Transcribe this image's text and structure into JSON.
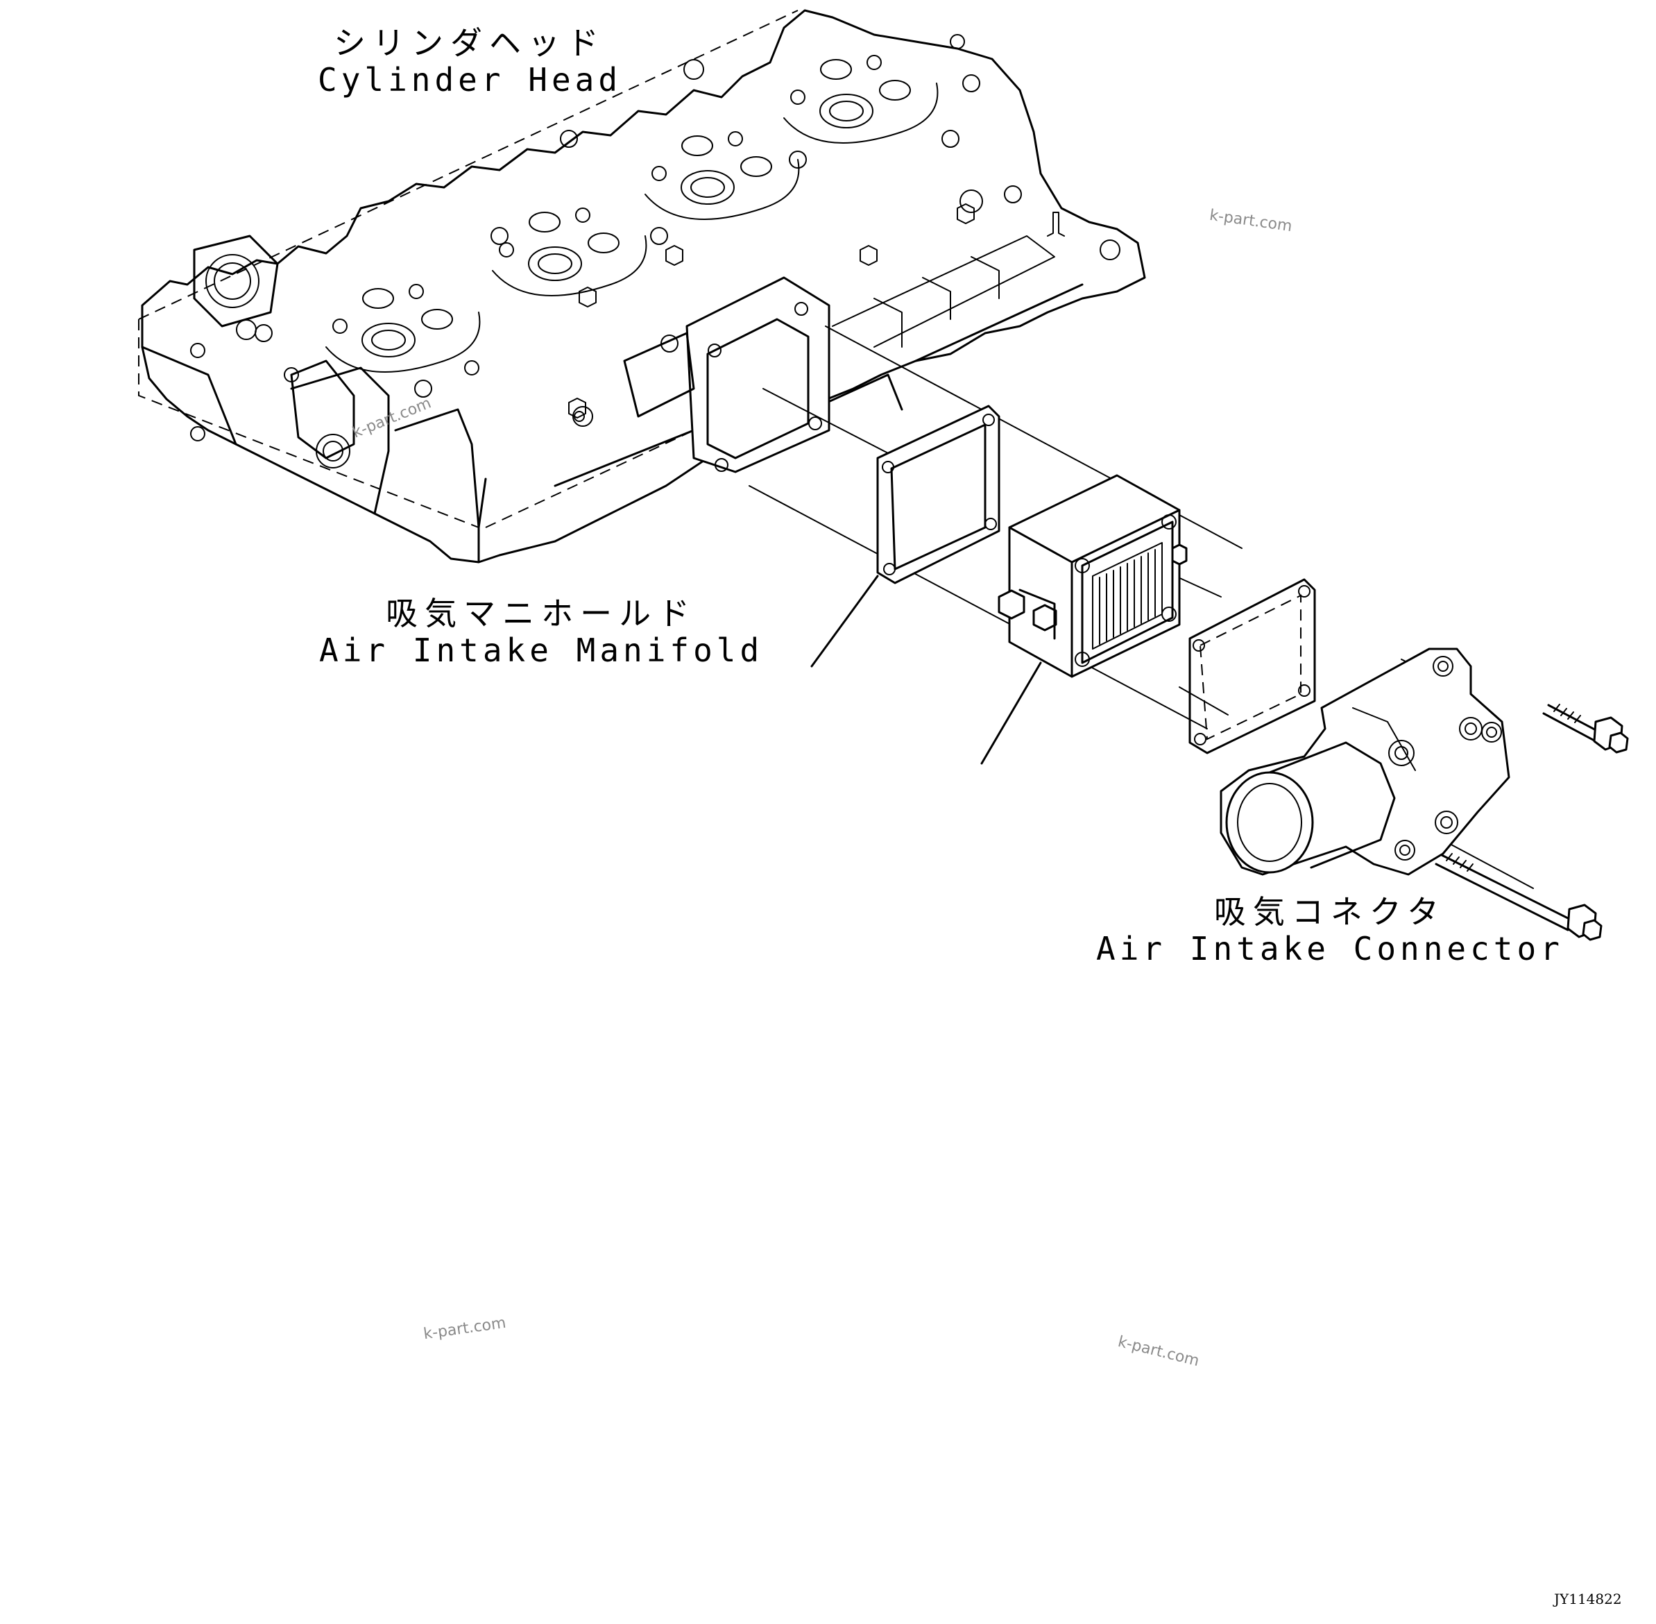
{
  "labels": {
    "cylinder_head": {
      "jp": "シリンダヘッド",
      "en": "Cylinder Head"
    },
    "air_intake_manifold": {
      "jp": "吸気マニホールド",
      "en": "Air Intake Manifold"
    },
    "air_intake_connector": {
      "jp": "吸気コネクタ",
      "en": "Air Intake Connector"
    }
  },
  "watermarks": [
    "k-part.com",
    "k-part.com",
    "k-part.com",
    "k-part.com"
  ],
  "drawing_code": "JY114822",
  "colors": {
    "line": "#000000",
    "background": "#ffffff",
    "watermark": "#8a8a8a"
  }
}
